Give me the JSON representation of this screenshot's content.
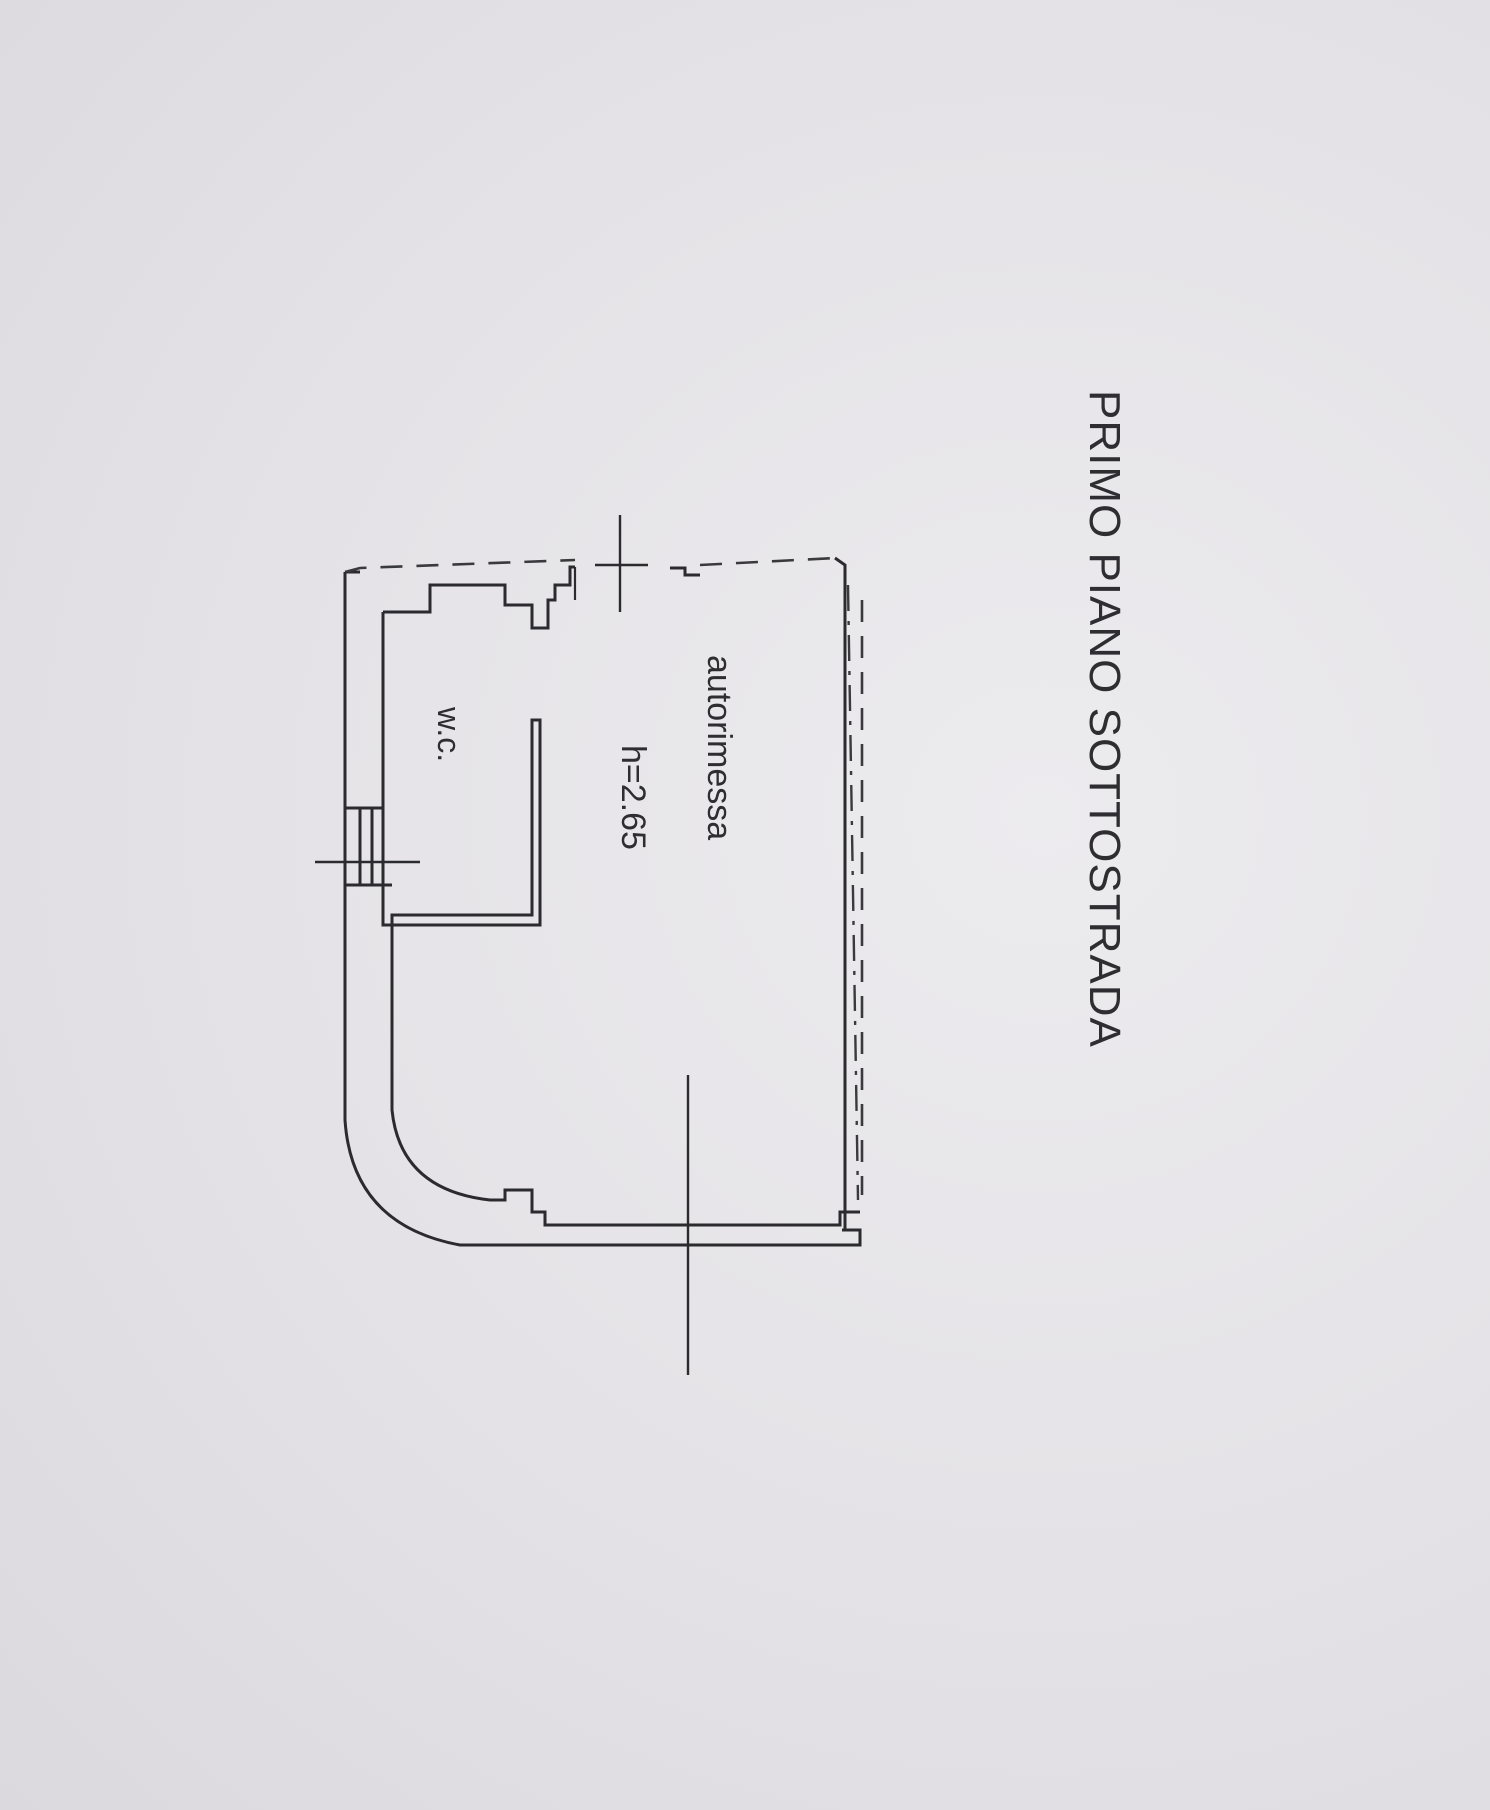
{
  "title": "PRIMO PIANO SOTTOSTRADA",
  "rooms": [
    {
      "name": "autorimessa",
      "height_label": "h=2.65"
    },
    {
      "name": "w.c."
    }
  ],
  "colors": {
    "paper": "#e2dfe4",
    "ink": "#2b2a2e"
  }
}
